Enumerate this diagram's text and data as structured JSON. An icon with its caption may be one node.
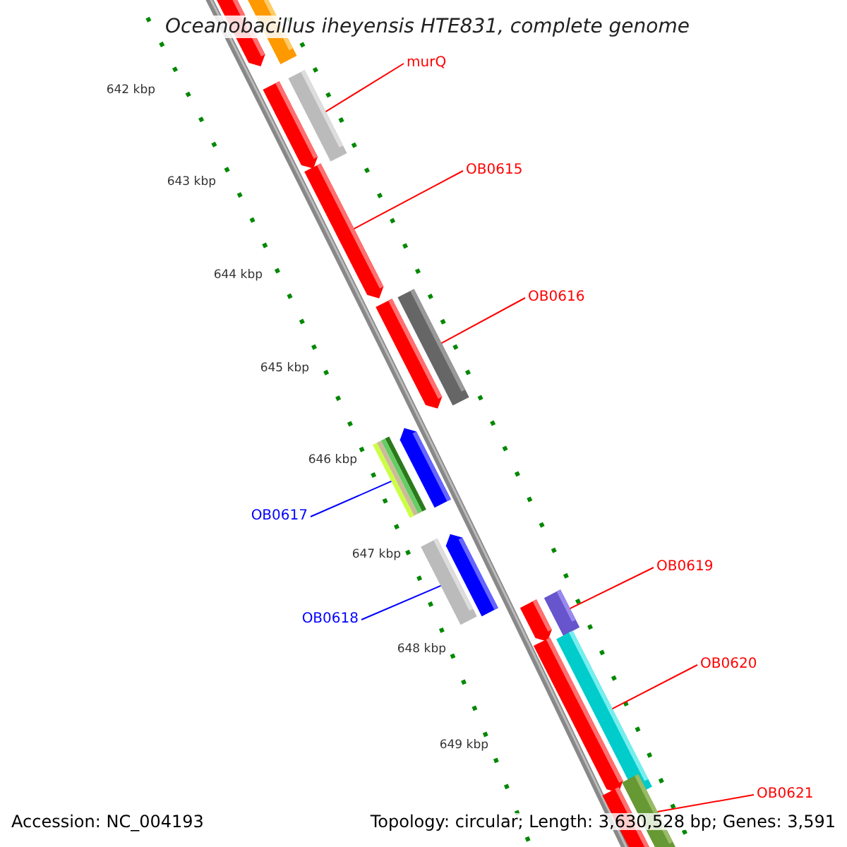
{
  "diagram": {
    "title": "Oceanobacillus iheyensis HTE831, complete genome",
    "nodes": [
      {
        "text": [
          "murQ"
        ]
      },
      {
        "text": [],
        "shape": "bar"
      },
      {
        "text": [
          "OB0615"
        ]
      },
      {
        "text": [],
        "shape": "bar"
      },
      {
        "text": [
          "OB0616"
        ]
      },
      {
        "text": [],
        "shape": "bar"
      },
      {
        "text": [
          "OB0617"
        ]
      },
      {
        "text": [],
        "shape": "bar"
      },
      {
        "text": [
          "OB0618"
        ]
      },
      {
        "text": [],
        "shape": "bar"
      },
      {
        "text": [
          "OB0619"
        ]
      },
      {
        "text": [],
        "shape": "bar"
      },
      {
        "text": [
          "OB0620"
        ]
      },
      {
        "text": [],
        "shape": "bar"
      },
      {
        "text": [
          "OB0621"
        ]
      },
      {
        "text": [],
        "shape": "bar"
      }
    ],
    "edges": [
      {
        "from": 0,
        "to": 1,
        "arrow": "none"
      },
      {
        "from": 2,
        "to": 3,
        "arrow": "none"
      },
      {
        "from": 4,
        "to": 5,
        "arrow": "none"
      },
      {
        "from": 6,
        "to": 7,
        "arrow": "none",
        "color": "#0000ff"
      },
      {
        "from": 8,
        "to": 9,
        "arrow": "none",
        "color": "#0000ff"
      },
      {
        "from": 10,
        "to": 11,
        "arrow": "none"
      },
      {
        "from": 12,
        "to": 13,
        "arrow": "none"
      },
      {
        "from": 14,
        "to": 15,
        "arrow": "none"
      }
    ],
    "labels": [
      "642 kbp",
      "643 kbp",
      "644 kbp",
      "645 kbp",
      "646 kbp",
      "647 kbp",
      "648 kbp",
      "649 kbp",
      "Accession: NC_004193",
      "Topology: circular; Length: 3,630,528 bp; Genes: 3,591"
    ]
  }
}
